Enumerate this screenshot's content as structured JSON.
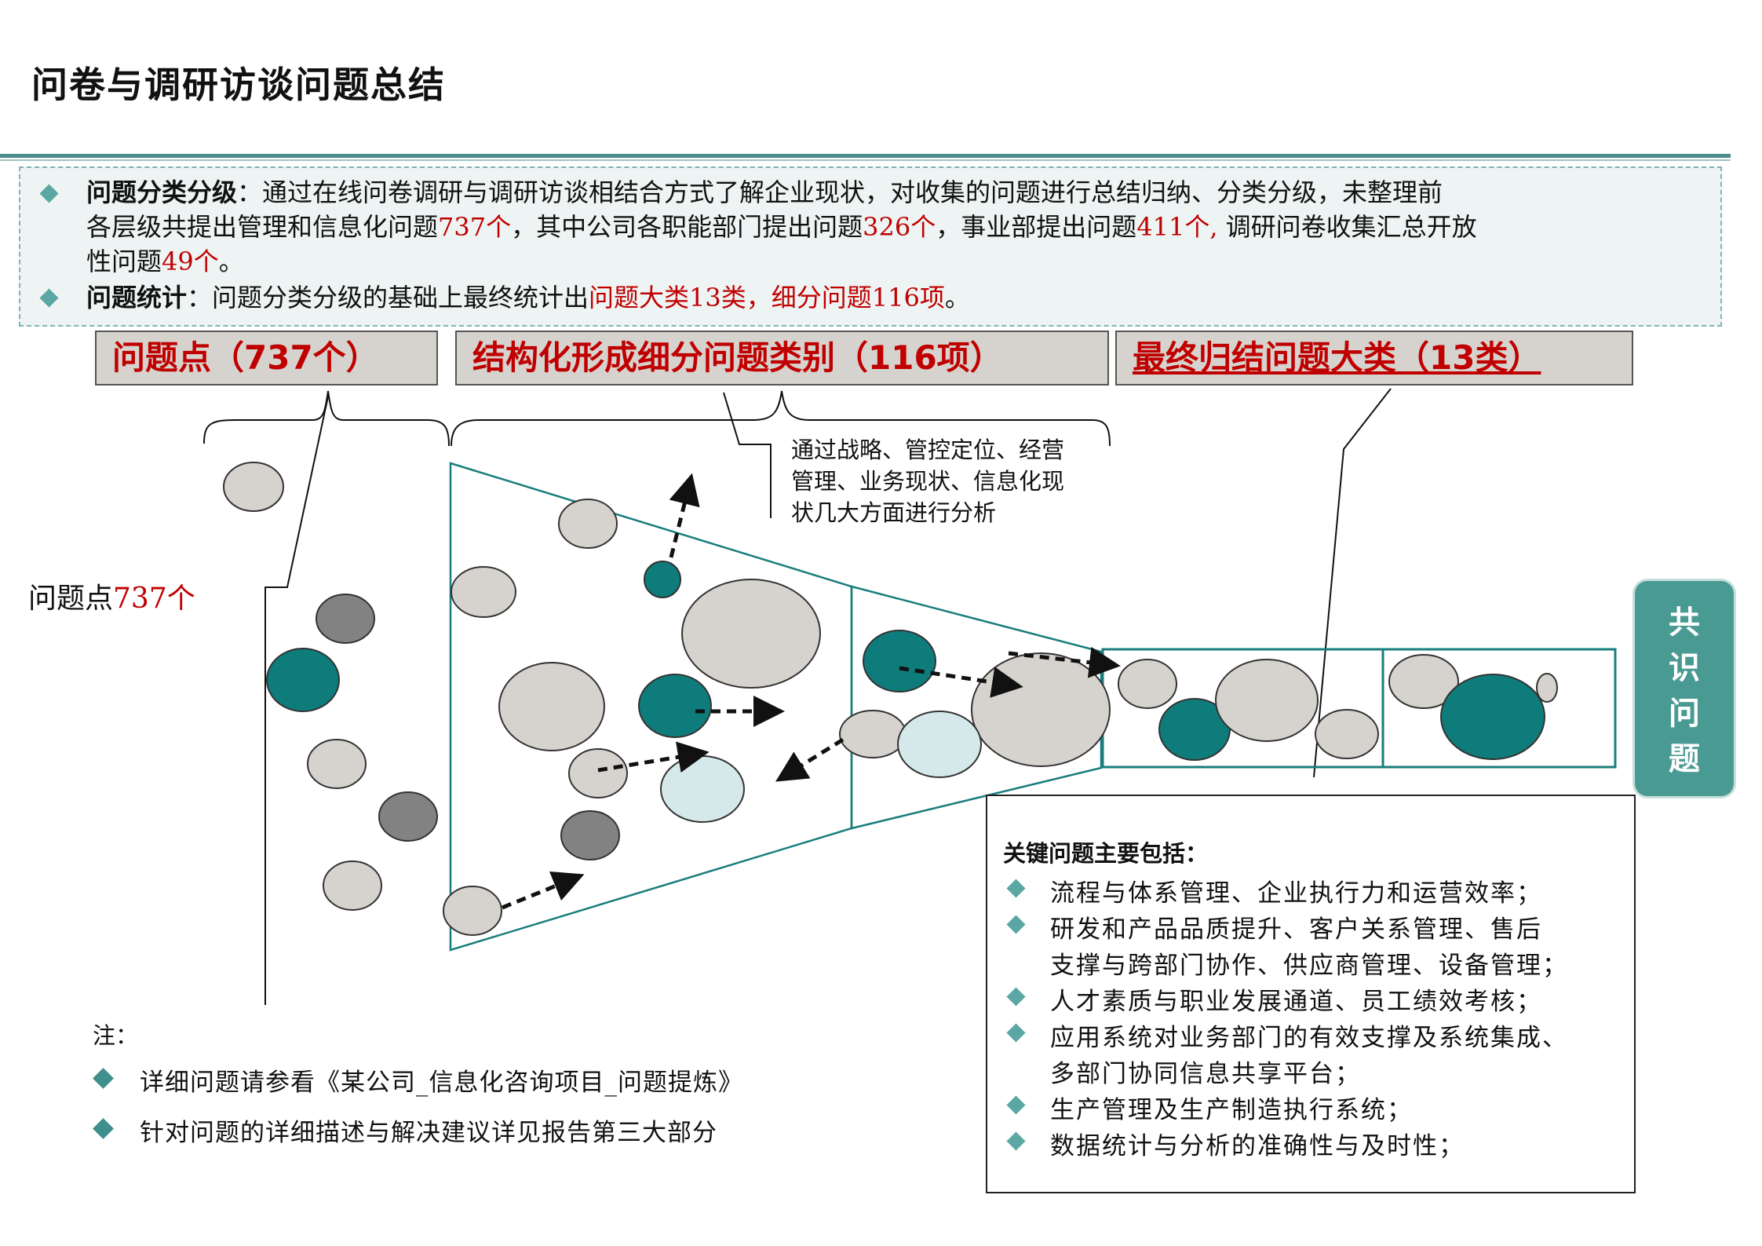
{
  "page_title": "问卷与调研访谈问题总结",
  "summary": {
    "item1": {
      "label": "问题分类分级",
      "sep": "：",
      "text1": "通过在线问卷调研与调研访谈相结合方式了解企业现状，对收集的问题进行总结归纳、分类分级，未整理前",
      "text2a": "各层级共提出管理和信息化问题",
      "n_total": "737个",
      "text2b": "，其中公司各职能部门提出问题",
      "n_dept": "326个",
      "text2c": "，事业部提出问题",
      "n_bu": "411个,",
      "text2d": " 调研问卷收集汇总开放",
      "text3a": "性问题",
      "n_open": "49个",
      "text3b": "。"
    },
    "item2": {
      "label": "问题统计",
      "sep": "：",
      "text_a": "问题分类分级的基础上最终统计出",
      "highlight": "问题大类13类，细分问题116项",
      "text_b": "。"
    }
  },
  "stages": [
    {
      "label": "问题点（737个）"
    },
    {
      "label": "结构化形成细分问题类别（116项）"
    },
    {
      "label": "最终归结问题大类（13类）"
    }
  ],
  "annotation": [
    "通过战略、管控定位、经营",
    "管理、业务现状、信息化现",
    "状几大方面进行分析"
  ],
  "point_label": {
    "text": "问题点",
    "count": "737个"
  },
  "consensus": [
    "共",
    "识",
    "问",
    "题"
  ],
  "key_issues": {
    "title": "关键问题主要包括：",
    "lines": [
      {
        "bullet": true,
        "text": "流程与体系管理、企业执行力和运营效率；"
      },
      {
        "bullet": true,
        "text": "研发和产品品质提升、客户关系管理、售后"
      },
      {
        "bullet": false,
        "text": "支撑与跨部门协作、供应商管理、设备管理；"
      },
      {
        "bullet": true,
        "text": "人才素质与职业发展通道、员工绩效考核；"
      },
      {
        "bullet": true,
        "text": "应用系统对业务部门的有效支撑及系统集成、"
      },
      {
        "bullet": false,
        "text": "多部门协同信息共享平台；"
      },
      {
        "bullet": true,
        "text": "生产管理及生产制造执行系统；"
      },
      {
        "bullet": true,
        "text": "数据统计与分析的准确性与及时性；"
      }
    ]
  },
  "notes": {
    "title": "注：",
    "items": [
      "详细问题请参看《某公司_信息化咨询项目_问题提炼》",
      "针对问题的详细描述与解决建议详见报告第三大部分"
    ]
  },
  "colors": {
    "teal": "#0f7c7c",
    "gray_light": "#d6d3ce",
    "gray_dark": "#828282",
    "pale_blue": "#d6e9ea",
    "red": "#c00000",
    "accent_green": "#4a9a94"
  }
}
